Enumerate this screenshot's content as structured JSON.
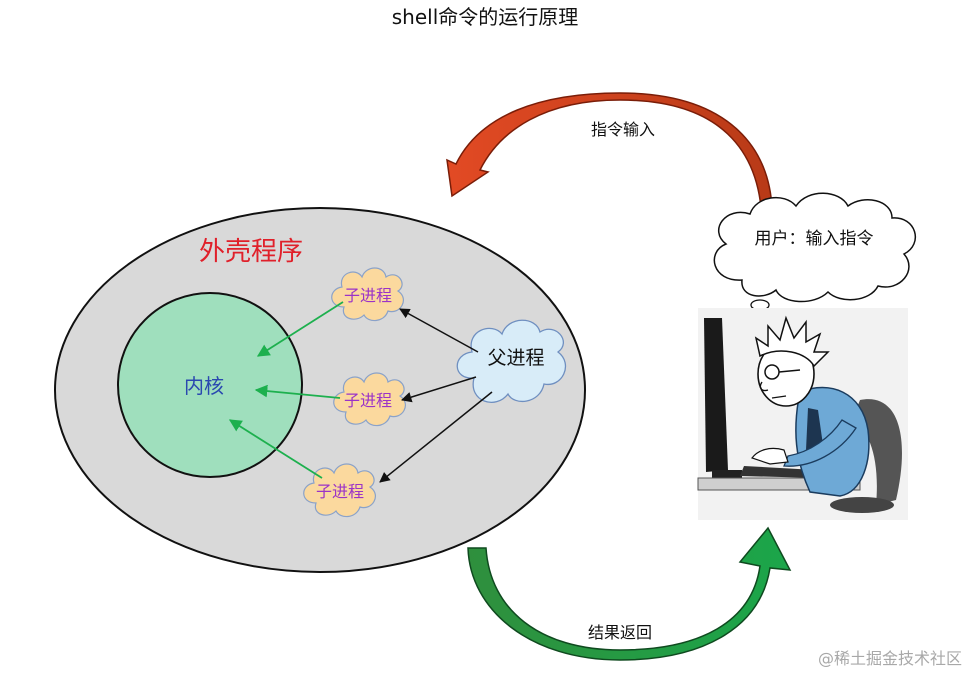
{
  "title": "shell命令的运行原理",
  "shell": {
    "label": "外壳程序"
  },
  "kernel": {
    "label": "内核"
  },
  "parent_process": {
    "label": "父进程"
  },
  "child_processes": [
    {
      "label": "子进程"
    },
    {
      "label": "子进程"
    },
    {
      "label": "子进程"
    }
  ],
  "arrows": {
    "input_label": "指令输入",
    "return_label": "结果返回"
  },
  "user": {
    "thought": "用户：输入指令"
  },
  "watermark": "@稀土掘金技术社区",
  "colors": {
    "shell_fill": "#d9d9d9",
    "kernel_fill": "#9fdfbd",
    "child_fill": "#fbd99e",
    "parent_fill": "#d8ecf8",
    "input_arrow": "#d9411e",
    "return_arrow": "#1f9a45",
    "shell_label": "#e0202a",
    "kernel_label": "#2a48b0",
    "child_label": "#9b33c7"
  }
}
